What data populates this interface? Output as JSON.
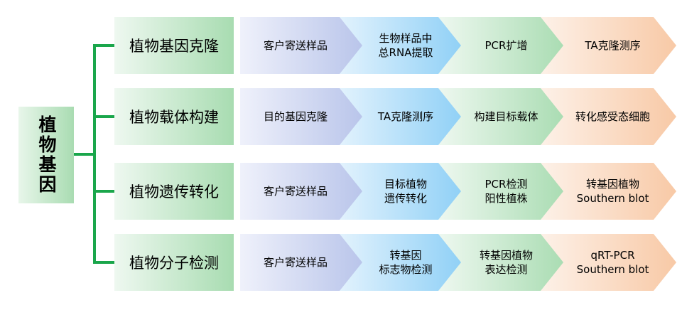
{
  "root": {
    "label": "植物基因"
  },
  "colors": {
    "connector": "#1aa64b",
    "step_1": [
      "#eff1fb",
      "#b8c4ea"
    ],
    "step_2": [
      "#e2f2fd",
      "#8fd0f6"
    ],
    "step_3": [
      "#eef8f0",
      "#a9dcb2"
    ],
    "step_4": [
      "#fdf1e8",
      "#f8c9a6"
    ]
  },
  "categories": [
    {
      "label": "植物基因克隆",
      "steps": [
        [
          "客户寄送样品"
        ],
        [
          "生物样品中",
          "总RNA提取"
        ],
        [
          "PCR扩增"
        ],
        [
          "TA克隆测序"
        ]
      ]
    },
    {
      "label": "植物载体构建",
      "steps": [
        [
          "目的基因克隆"
        ],
        [
          "TA克隆测序"
        ],
        [
          "构建目标载体"
        ],
        [
          "转化感受态细胞"
        ]
      ]
    },
    {
      "label": "植物遗传转化",
      "steps": [
        [
          "客户寄送样品"
        ],
        [
          "目标植物",
          "遗传转化"
        ],
        [
          "PCR检测",
          "阳性植株"
        ],
        [
          "转基因植物",
          "Southern blot"
        ]
      ]
    },
    {
      "label": "植物分子检测",
      "steps": [
        [
          "客户寄送样品"
        ],
        [
          "转基因",
          "标志物检测"
        ],
        [
          "转基因植物",
          "表达检测"
        ],
        [
          "qRT-PCR",
          "Southern blot"
        ]
      ]
    }
  ]
}
